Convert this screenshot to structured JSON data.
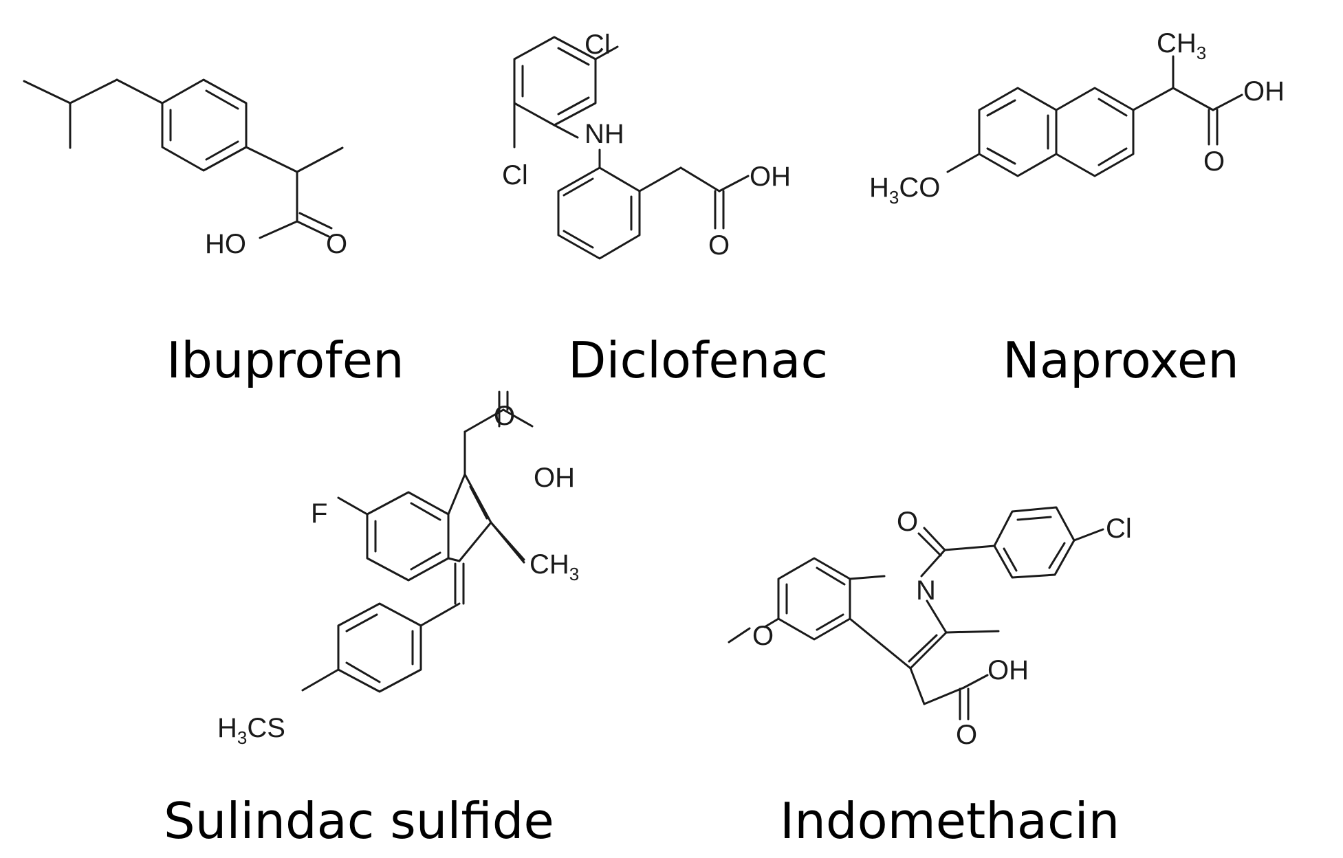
{
  "molecules": [
    {
      "name": "Ibuprofen",
      "atom_labels": {
        "hydroxyl": "HO",
        "carbonyl_o": "O"
      }
    },
    {
      "name": "Diclofenac",
      "atom_labels": {
        "cl_top": "Cl",
        "cl_bottom": "Cl",
        "amine": "NH",
        "hydroxyl": "OH",
        "carbonyl_o": "O"
      }
    },
    {
      "name": "Naproxen",
      "atom_labels": {
        "methyl": "CH3",
        "hydroxyl": "OH",
        "carbonyl_o": "O",
        "methoxy": "H3CO"
      }
    },
    {
      "name": "Sulindac sulfide",
      "atom_labels": {
        "carbonyl_o": "O",
        "hydroxyl": "OH",
        "fluorine": "F",
        "methyl": "CH3",
        "thiomethyl": "H3CS"
      }
    },
    {
      "name": "Indomethacin",
      "atom_labels": {
        "carbonyl_o_top": "O",
        "chlorine": "Cl",
        "nitrogen": "N",
        "hydroxyl": "OH",
        "carbonyl_o": "O",
        "methoxy_o": "O"
      }
    }
  ]
}
